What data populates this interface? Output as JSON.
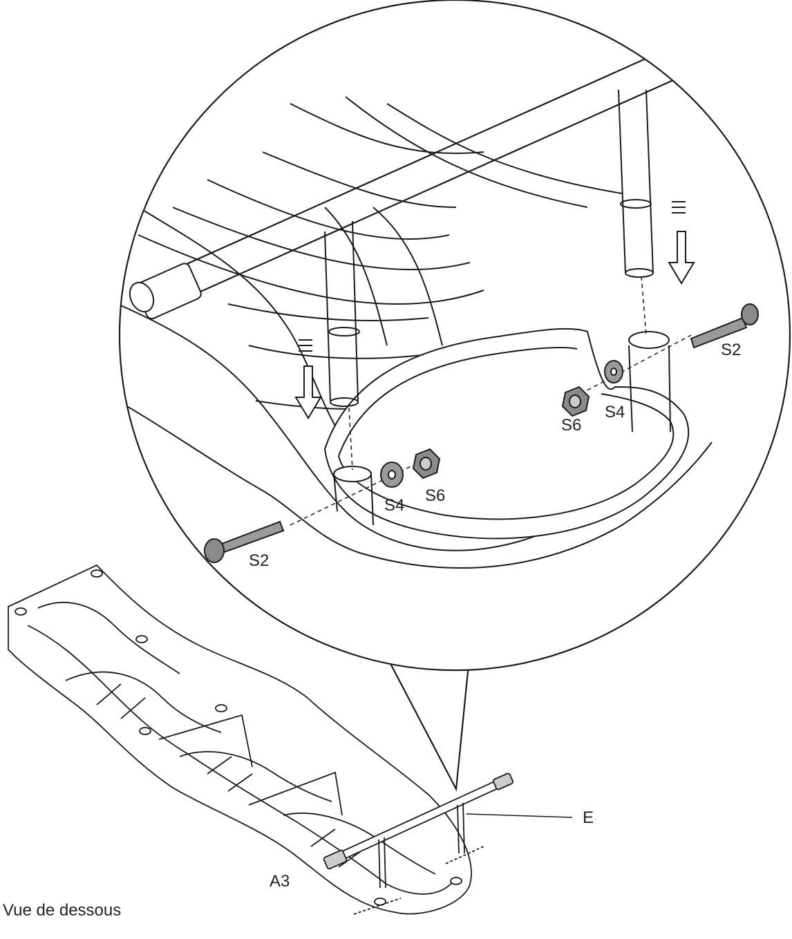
{
  "labels": {
    "s2_right": "S2",
    "s4_right": "S4",
    "s6_right": "S6",
    "s4_left": "S4",
    "s6_left": "S6",
    "s2_left": "S2",
    "part_e": "E",
    "part_a3": "A3",
    "view_caption": "Vue de dessous"
  },
  "colors": {
    "line": "#1a1a1a",
    "fill": "#ffffff",
    "hardware": "#7a7a7a"
  }
}
